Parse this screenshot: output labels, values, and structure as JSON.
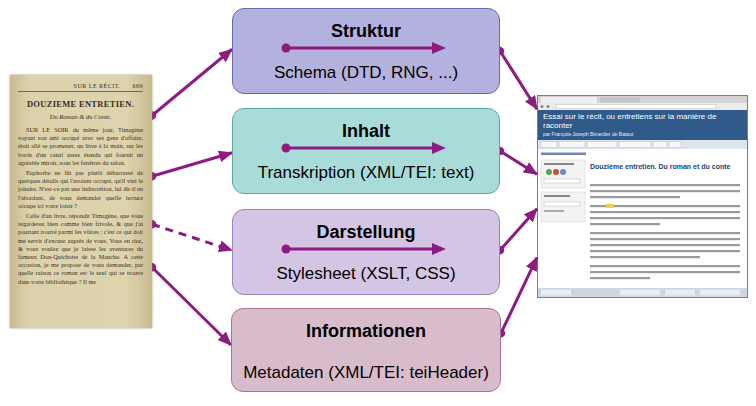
{
  "diagram": {
    "nodes": [
      {
        "text": [
          "SUR LE RÉCIT.",
          "669",
          "DOUZIEME ENTRETIEN.",
          "Du Roman & du Conte.",
          "SUR LE SOIR du même jour, Timagène voyant son ami occupé avec ses gens d'affaire, étoit allé se promener, un livre à la main, sur les bords d'un canal assez étendu qui fournit un agréable miroir, sous les fenêtres du salon.",
          "Euphorbe ne fût pas plutôt débarrassé de quelques détails qui l'avoient occupé, qu'il vint le joindre. N'est-ce pas une indiscrétion, lui dit-il en l'abordant, de vous demander quelle lecture occupe ici votre loisir ?",
          "Celle d'un livre, répondit Timagène, que vous regarderez bien comme bien frivole, & que j'ai pourtant trouvé parmi les vôtres : c'est ce qui doit me servir d'excuse auprès de vous. Vous en riez, & vous voulez que je laisse les aventures du fameux Don-Quichotte de la Manche. A cette occasion, je me propose de vous demander, par quelle raison ce roman est le seul qui se trouve dans votre bibliothèque ? Il me"
        ]
      },
      {
        "text": [
          "Struktur",
          "Schema (DTD, RNG, ...)"
        ]
      },
      {
        "text": [
          "Inhalt",
          "Transkription (XML/TEI: text)"
        ]
      },
      {
        "text": [
          "Darstellung",
          "Stylesheet (XSLT, CSS)"
        ]
      },
      {
        "text": [
          "Informationen",
          "Metadaten (XML/TEI: teiHeader)"
        ]
      },
      {
        "text": [
          "Essai sur le récit, ou entretiens sur la manière de raconter",
          "par François-Joseph Bérardier de Bataut",
          "Douzième entretien. Du roman et du conte"
        ]
      }
    ],
    "edges": [
      {
        "from": 0,
        "to": 1,
        "arrow": "to"
      },
      {
        "from": 0,
        "to": 2,
        "arrow": "to"
      },
      {
        "from": 0,
        "to": 3,
        "arrow": "to"
      },
      {
        "from": 0,
        "to": 4,
        "arrow": "to"
      },
      {
        "from": 1,
        "to": 5,
        "arrow": "to"
      },
      {
        "from": 2,
        "to": 5,
        "arrow": "to"
      },
      {
        "from": 3,
        "to": 5,
        "arrow": "to"
      },
      {
        "from": 4,
        "to": 5,
        "arrow": "to"
      }
    ]
  }
}
